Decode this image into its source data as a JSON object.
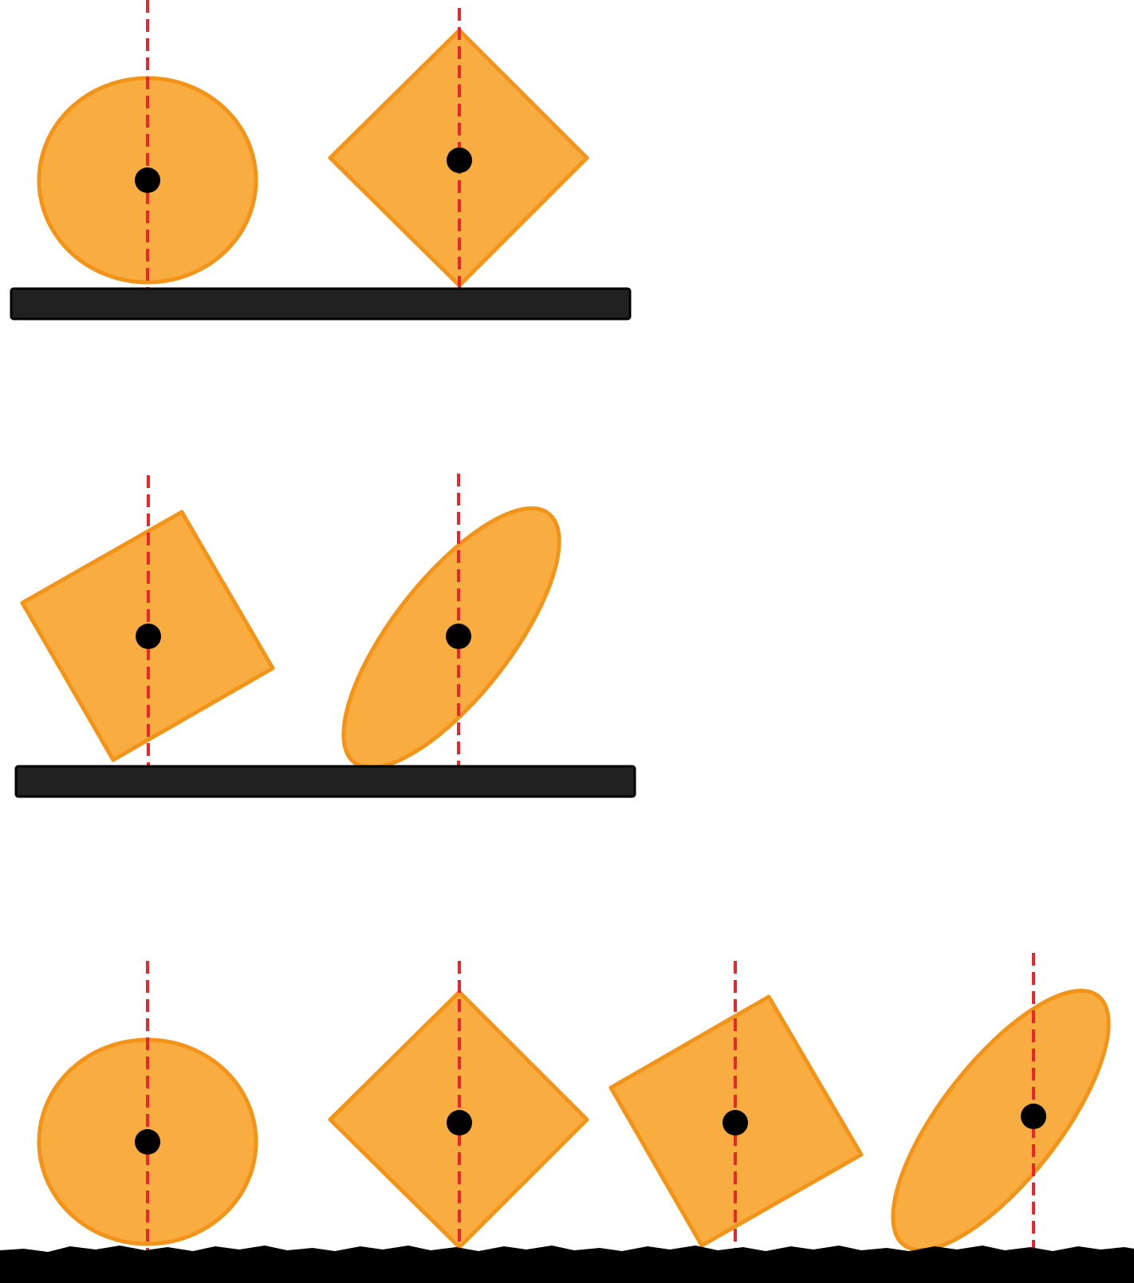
{
  "colors": {
    "shape_fill": "#f9ad40",
    "shape_stroke": "#f39419",
    "axis": "#e8262d",
    "center_dot": "#000000",
    "platform": "#212121",
    "ground": "#000000"
  },
  "rows": [
    {
      "name": "row-1",
      "surface": "platform",
      "shapes": [
        {
          "name": "circle",
          "kind": "ellipse"
        },
        {
          "name": "diamond",
          "kind": "diamond"
        }
      ]
    },
    {
      "name": "row-2",
      "surface": "platform",
      "shapes": [
        {
          "name": "tilted-square",
          "kind": "tilted-square"
        },
        {
          "name": "tilted-ellipse",
          "kind": "tilted-ellipse"
        }
      ]
    },
    {
      "name": "row-3",
      "surface": "rough-ground",
      "shapes": [
        {
          "name": "circle",
          "kind": "ellipse"
        },
        {
          "name": "diamond",
          "kind": "diamond"
        },
        {
          "name": "tilted-square",
          "kind": "tilted-square"
        },
        {
          "name": "tilted-ellipse",
          "kind": "tilted-ellipse"
        }
      ]
    }
  ]
}
